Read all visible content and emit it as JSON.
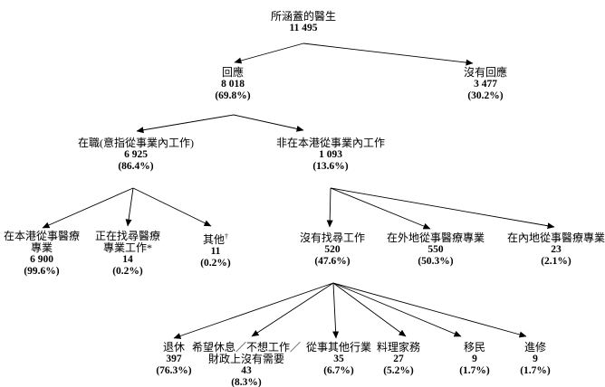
{
  "diagram": {
    "type": "tree-flowchart",
    "accent_color": "#000000",
    "background_color": "#ffffff",
    "nodes": {
      "root": {
        "l1": "所涵蓋的醫生",
        "value": "11 495"
      },
      "responded": {
        "l1": "回應",
        "value": "8 018",
        "pct": "(69.8%)"
      },
      "no_response": {
        "l1": "沒有回應",
        "value": "3 477",
        "pct": "(30.2%)"
      },
      "working": {
        "l1": "在職(意指從事業內工作)",
        "value": "6 925",
        "pct": "(86.4%)"
      },
      "not_hk": {
        "l1": "非在本港從事業內工作",
        "value": "1 093",
        "pct": "(13.6%)"
      },
      "hk_medical": {
        "l1": "在本港從事醫療",
        "l2": "專業",
        "value": "6 900",
        "pct": "(99.6%)"
      },
      "seeking": {
        "l1": "正在找尋醫療",
        "l2": "專業工作*",
        "value": "14",
        "pct": "(0.2%)"
      },
      "other": {
        "l1": "其他",
        "sup": "†",
        "value": "11",
        "pct": "(0.2%)"
      },
      "not_seeking": {
        "l1": "沒有找尋工作",
        "value": "520",
        "pct": "(47.6%)"
      },
      "overseas": {
        "l1": "在外地從事醫療專業",
        "value": "550",
        "pct": "(50.3%)"
      },
      "mainland": {
        "l1": "在內地從事醫療專業",
        "value": "23",
        "pct": "(2.1%)"
      },
      "retired": {
        "l1": "退休",
        "value": "397",
        "pct": "(76.3%)"
      },
      "rest": {
        "l1": "希望休息／不想工作／",
        "l2": "財政上沒有需要",
        "value": "43",
        "pct": "(8.3%)"
      },
      "other_industry": {
        "l1": "從事其他行業",
        "value": "35",
        "pct": "(6.7%)"
      },
      "housework": {
        "l1": "料理家務",
        "value": "27",
        "pct": "(5.2%)"
      },
      "emigration": {
        "l1": "移民",
        "value": "9",
        "pct": "(1.7%)"
      },
      "study": {
        "l1": "進修",
        "value": "9",
        "pct": "(1.7%)"
      }
    }
  }
}
